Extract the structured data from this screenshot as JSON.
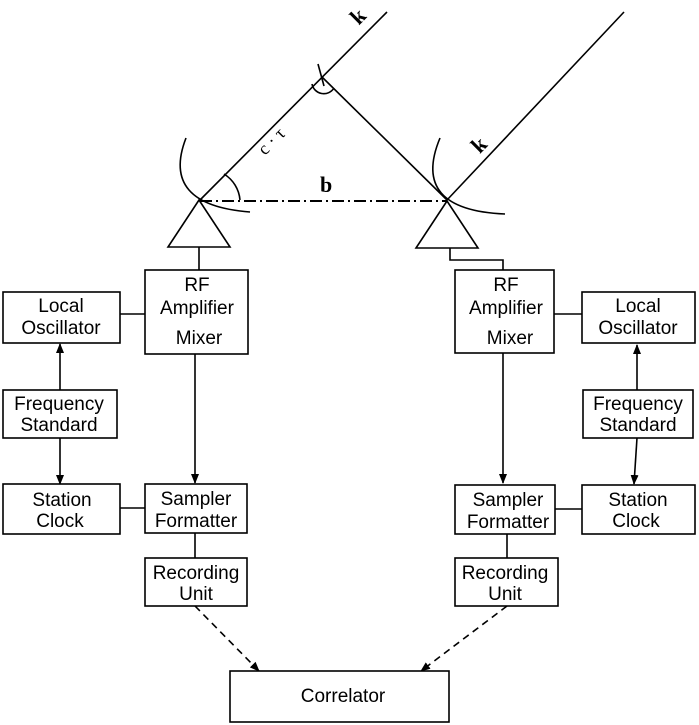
{
  "diagram": {
    "symbols": {
      "wave_vector_left": "k",
      "wave_vector_right": "k",
      "baseline": "b",
      "delay": "c · τ"
    },
    "station_left": {
      "rf": [
        "RF",
        "Amplifier",
        "Mixer"
      ],
      "local_oscillator": [
        "Local",
        "Oscillator"
      ],
      "frequency_standard": [
        "Frequency",
        "Standard"
      ],
      "station_clock": [
        "Station",
        "Clock"
      ],
      "sampler": [
        "Sampler",
        "Formatter"
      ],
      "recording": [
        "Recording",
        "Unit"
      ]
    },
    "station_right": {
      "rf": [
        "RF",
        "Amplifier",
        "Mixer"
      ],
      "local_oscillator": [
        "Local",
        "Oscillator"
      ],
      "frequency_standard": [
        "Frequency",
        "Standard"
      ],
      "station_clock": [
        "Station",
        "Clock"
      ],
      "sampler": [
        "Sampler",
        "Formatter"
      ],
      "recording": [
        "Recording",
        "Unit"
      ]
    },
    "correlator": "Correlator"
  }
}
